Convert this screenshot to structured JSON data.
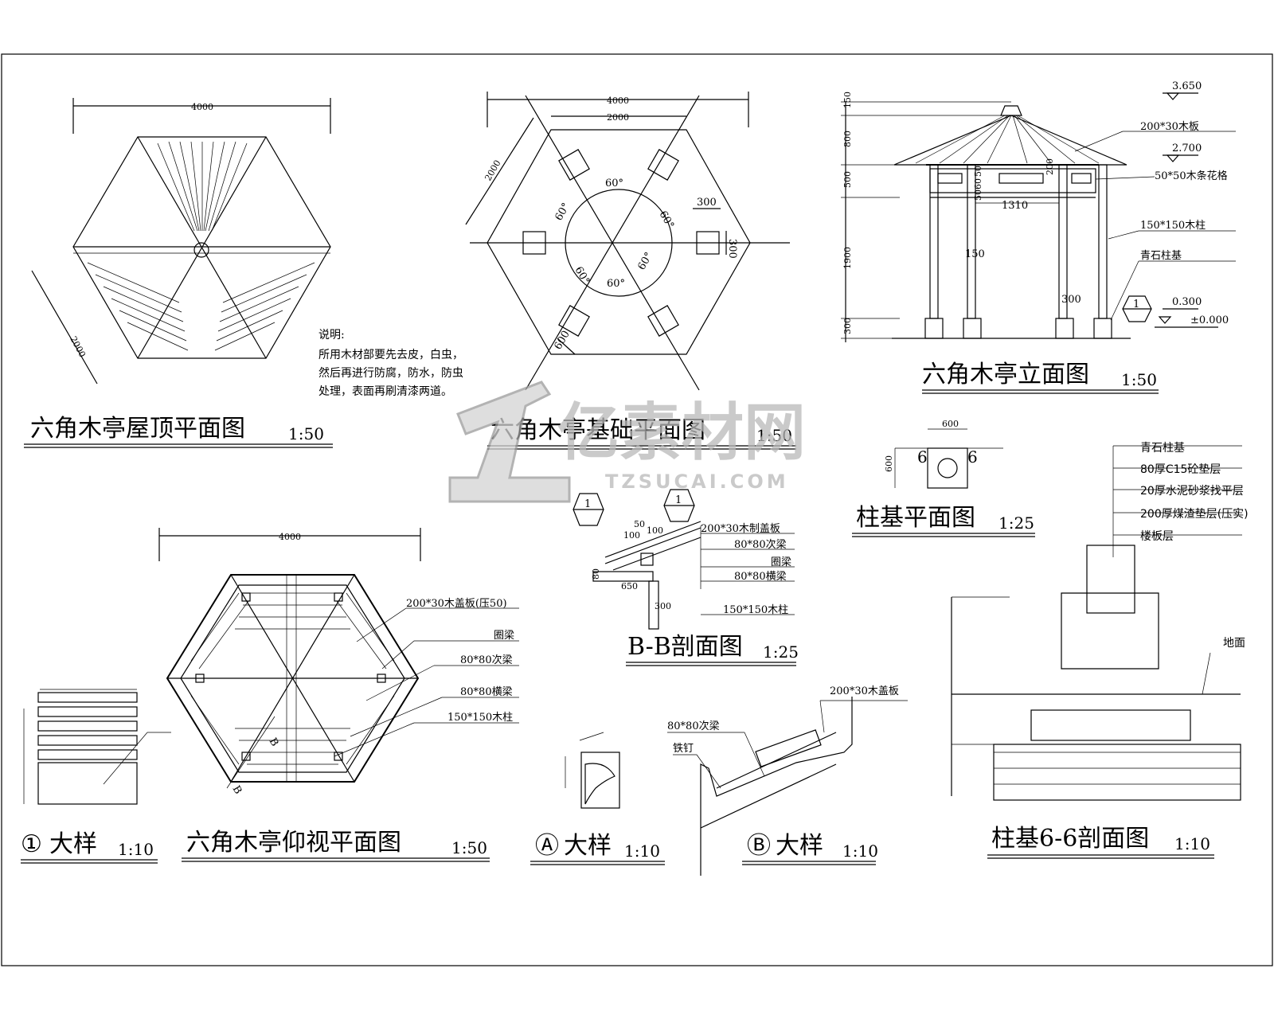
{
  "drawings": {
    "roof_plan": {
      "title": "六角木亭屋顶平面图",
      "scale": "1:50",
      "dim_top": "4000",
      "dim_side": "2000",
      "note": [
        "说明:",
        "所用木材部要先去皮，白虫，",
        "然后再进行防腐，防水，防虫",
        "处理，表面再刷清漆两道。"
      ]
    },
    "foundation_plan": {
      "title": "六角木亭基础平面图",
      "scale": "1:50",
      "dim_top": "4000",
      "dim_inner": "2000",
      "dim_side": "2000",
      "dim_col": "300",
      "dim_col_v": "300",
      "dim_bottom": "600",
      "angle": "60°"
    },
    "elevation": {
      "title": "六角木亭立面图",
      "scale": "1:50",
      "levels": [
        "3.650",
        "2.700",
        "0.300",
        "±0.000"
      ],
      "dims_v": [
        "150",
        "800",
        "500",
        "1900",
        "300"
      ],
      "dims_inner": [
        "1310",
        "150",
        "300",
        "200",
        "50",
        "60",
        "50"
      ],
      "labels": [
        "200*30木板",
        "50*50木条花格",
        "150*150木柱",
        "青石柱基"
      ],
      "detail_mark": "1"
    },
    "column_base_plan": {
      "title": "柱基平面图",
      "scale": "1:25",
      "section_mark": "6",
      "dim": "600"
    },
    "column_base_section": {
      "title": "柱基6-6剖面图",
      "scale": "1:10",
      "labels": [
        "青石柱基",
        "80厚C15砼垫层",
        "20厚水泥砂浆找平层",
        "200厚煤渣垫层(压实)",
        "楼板层",
        "地面"
      ]
    },
    "ceiling_plan": {
      "title": "六角木亭仰视平面图",
      "scale": "1:50",
      "dim_top": "4000",
      "section_mark": "B",
      "labels": [
        "200*30木盖板(压50)",
        "圈梁",
        "80*80次梁",
        "80*80横梁",
        "150*150木柱"
      ]
    },
    "section_bb": {
      "title": "B-B剖面图",
      "scale": "1:25",
      "detail_mark": "1",
      "labels": [
        "200*30木制盖板",
        "80*80次梁",
        "圈梁",
        "80*80横梁",
        "150*150木柱"
      ],
      "dims": [
        "50",
        "100",
        "100",
        "650",
        "300",
        "80"
      ]
    },
    "detail_1": {
      "mark": "①",
      "title": "大样",
      "scale": "1:10"
    },
    "detail_a": {
      "mark": "Ⓐ",
      "title": "大样",
      "scale": "1:10"
    },
    "detail_b": {
      "mark": "Ⓑ",
      "title": "大样",
      "scale": "1:10",
      "labels": [
        "200*30木盖板",
        "80*80次梁",
        "铁钉"
      ]
    }
  },
  "watermark": {
    "cn": "亿素材网",
    "en": "TZSUCAI.COM"
  }
}
